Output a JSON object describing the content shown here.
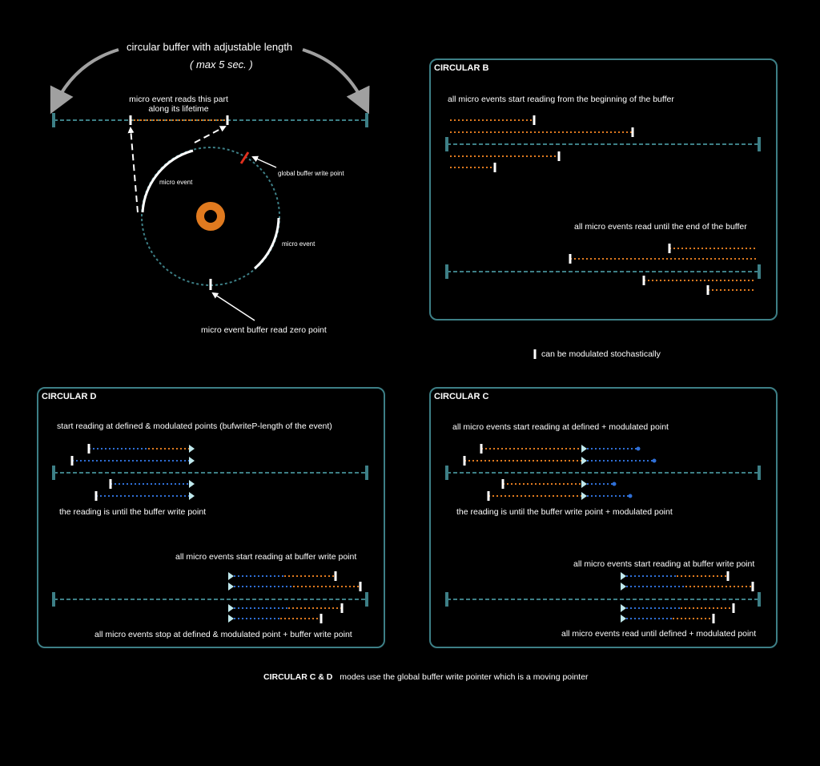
{
  "diagram": {
    "top_title": "circular buffer with adjustable length",
    "top_subtitle": "( max 5 sec. )",
    "reads_part_line1": "micro event reads this part",
    "reads_part_line2": "along its lifetime",
    "micro_event_left": "micro event",
    "micro_event_right": "micro event",
    "global_write_point": "global buffer write point",
    "read_zero_point": "micro event buffer read zero point"
  },
  "panel_b": {
    "title": "CIRCULAR B",
    "caption_top": "all micro events start reading from the beginning of the buffer",
    "caption_bottom": "all micro events read until the end of the buffer"
  },
  "legend": {
    "text": "can be modulated stochastically"
  },
  "panel_d": {
    "title": "CIRCULAR D",
    "caption_1": "start reading at defined & modulated points (bufwriteP-length of the event)",
    "caption_2": "the reading is until the buffer  write point",
    "caption_3": "all micro events start reading at buffer write point",
    "caption_4": "all micro events stop at defined & modulated point + buffer write point"
  },
  "panel_c": {
    "title": "CIRCULAR C",
    "caption_1": "all micro events start reading at defined + modulated point",
    "caption_2": "the reading is until the buffer write point + modulated point",
    "caption_3": "all micro events start reading at buffer write point",
    "caption_4": "all micro events read until defined + modulated point"
  },
  "footer": {
    "bold": "CIRCULAR C & D",
    "text": "modes use the global buffer write pointer which is a moving pointer"
  },
  "colors": {
    "background": "#000000",
    "teal": "#3d7f86",
    "orange": "#e07a1f",
    "blue": "#2f6fd6",
    "white": "#ffffff",
    "red": "#e0301e",
    "grey_arrow": "#a0a0a0"
  }
}
